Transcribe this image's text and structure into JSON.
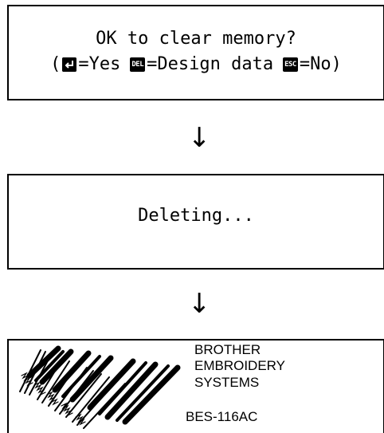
{
  "confirm_dialog": {
    "question": "OK to clear memory?",
    "open_paren": "(",
    "enter_key": "↵",
    "yes_text": "=Yes",
    "del_key": "DEL",
    "design_text": "=Design data",
    "esc_key": "ESC",
    "no_text": "=No)"
  },
  "flow": {
    "arrow_glyph": "↓"
  },
  "deleting_screen": {
    "message": "Deleting..."
  },
  "splash_screen": {
    "brand_line1": "BROTHER",
    "brand_line2": "EMBROIDERY",
    "brand_line3": "SYSTEMS",
    "model": "BES-116AC",
    "logo_icon": "embroidery-stitch-logo-icon"
  }
}
